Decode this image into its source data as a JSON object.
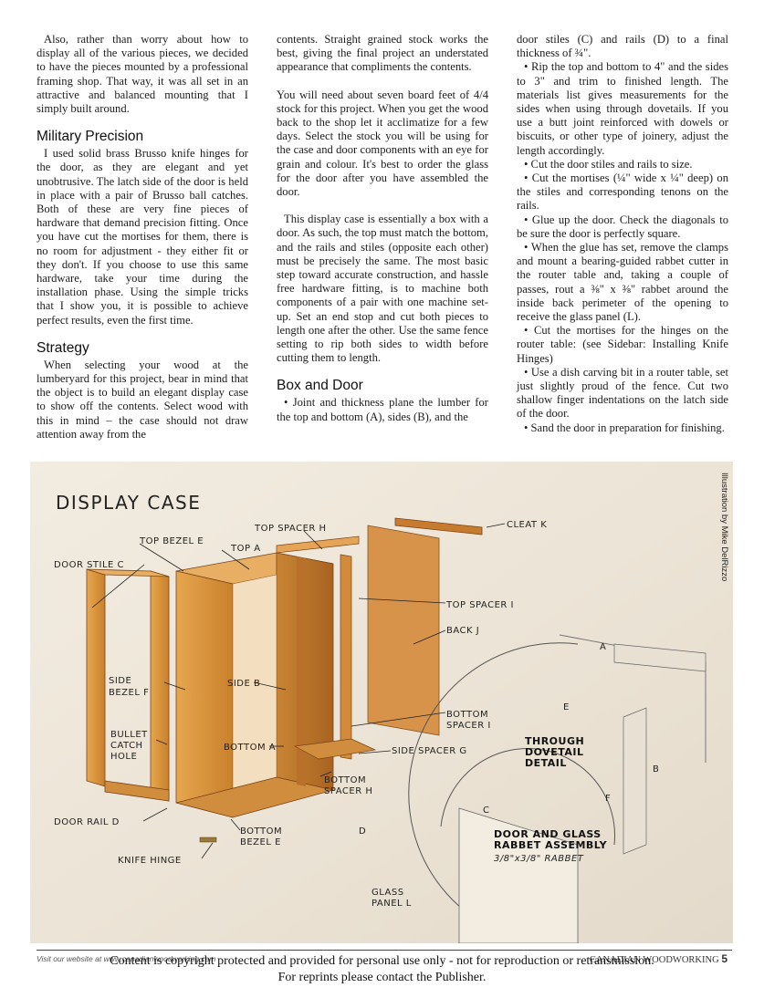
{
  "col1": {
    "p1": "Also, rather than worry about how to display all of the various pieces, we decided to have the pieces mounted by a professional framing shop. That way, it was all set in an attractive and balanced mounting that I simply built around.",
    "h_military": "Military Precision",
    "p2": "I used solid brass Brusso knife hinges for the door, as they are elegant and yet unobtrusive. The latch side of the door is held in place with a pair of Brusso ball catches. Both of these are very fine pieces of hardware that demand precision fitting. Once you have cut the mortises for them, there is no room for adjustment - they either fit or they don't. If you choose to use this same hardware, take your time during the installation phase. Using the simple tricks that I show you, it is possible to achieve perfect results, even the first time.",
    "h_strategy": "Strategy",
    "p3": "When selecting your wood at the lumberyard for this project, bear in mind that the object is to build an elegant display case to show off the contents. Select wood with this in mind – the case should not draw attention away from the"
  },
  "col2": {
    "p1": "contents. Straight grained stock works the best, giving the final project an understated appearance that compliments the contents.",
    "p2": "You will need about seven board feet of 4/4 stock for this project. When you get the wood back to the shop let it acclimatize for a few days. Select the stock you will be using for the case and door components with an eye for grain and colour. It's best to order the glass for the door after you have assembled the door.",
    "p3": "This display case is essentially a box with a door. As such, the top must match the bottom, and the rails and stiles (opposite each other) must be precisely the same. The most basic step toward accurate construction, and hassle free hardware fitting, is to machine both components of a pair with one machine set-up. Set an end stop and cut both pieces to length one after the other. Use the same fence setting to rip both sides to width before cutting them to length.",
    "h_box": "Box and Door",
    "p4": "• Joint and thickness plane the lumber for the top and bottom (A), sides (B), and the"
  },
  "col3": {
    "p1": "door stiles (C) and rails (D) to a final thickness of ¾\".",
    "b1": "• Rip the top and bottom to 4\" and the sides to 3\" and trim to finished length. The materials list gives measurements for the sides when using through dovetails. If you use a butt joint reinforced with dowels or biscuits, or other type of joinery, adjust the length accordingly.",
    "b2": "• Cut the door stiles and rails to size.",
    "b3": "• Cut the mortises (¼\" wide x ¼\" deep) on the stiles and corresponding tenons on the rails.",
    "b4": "• Glue up the door. Check the diagonals to be sure the door is perfectly square.",
    "b5": "• When the glue has set, remove the clamps and mount a bearing-guided rabbet cutter in the router table and, taking a couple of passes, rout a ⅜\" x ⅜\" rabbet around the inside back perimeter of the opening to receive the glass panel (L).",
    "b6": "• Cut the mortises for the hinges on the router table: (see Sidebar: Installing Knife Hinges)",
    "b7": "• Use a dish carving bit in a router table, set just slightly proud of the fence. Cut two shallow finger indentations on the latch side of the door.",
    "b8": "• Sand the door in preparation for finishing."
  },
  "illustration": {
    "title": "DISPLAY CASE",
    "credit": "Illustration by Mike DelRizzo",
    "labels": {
      "top_spacer_h": "TOP SPACER H",
      "cleat_k": "CLEAT K",
      "top_bezel_e": "TOP BEZEL E",
      "top_a": "TOP A",
      "door_stile_c": "DOOR STILE C",
      "top_spacer_i": "TOP SPACER I",
      "back_j": "BACK J",
      "side_bezel_f1": "SIDE",
      "side_bezel_f2": "BEZEL F",
      "side_b": "SIDE B",
      "bottom_spacer_i1": "BOTTOM",
      "bottom_spacer_i2": "SPACER I",
      "bullet1": "BULLET",
      "bullet2": "CATCH",
      "bullet3": "HOLE",
      "bottom_a": "BOTTOM A",
      "side_spacer_g": "SIDE SPACER G",
      "bottom_spacer_h1": "BOTTOM",
      "bottom_spacer_h2": "SPACER H",
      "door_rail_d": "DOOR RAIL D",
      "bottom_bezel_e1": "BOTTOM",
      "bottom_bezel_e2": "BEZEL E",
      "knife_hinge": "KNIFE HINGE",
      "glass_panel1": "GLASS",
      "glass_panel2": "PANEL L",
      "dovetail1": "THROUGH",
      "dovetail2": "DOVETAIL",
      "dovetail3": "DETAIL",
      "rabbet1": "DOOR AND GLASS",
      "rabbet2": "RABBET ASSEMBLY",
      "rabbet3": "3/8\"x3/8\" RABBET",
      "a": "A",
      "b": "B",
      "c": "C",
      "d": "D",
      "e": "E",
      "f": "F"
    }
  },
  "footer": {
    "left": "Visit our website at www.canadianwoodworking.com",
    "magazine": "CANADIAN WOODWORKING",
    "page": "5",
    "copyright1": "Content is copyright protected and provided for personal use only  - not for reproduction or retransmission.",
    "copyright2": "For reprints please contact the Publisher."
  }
}
